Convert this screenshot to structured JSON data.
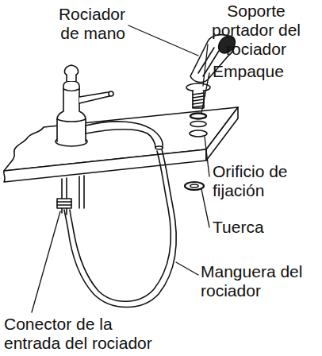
{
  "diagram": {
    "labels": [
      "Rociador de mano",
      "Soporte portador del rociador",
      "Empaque",
      "Orificio de fijación",
      "Tuerca",
      "Manguera del rociador",
      "Conector de la entrada del rociador"
    ]
  }
}
